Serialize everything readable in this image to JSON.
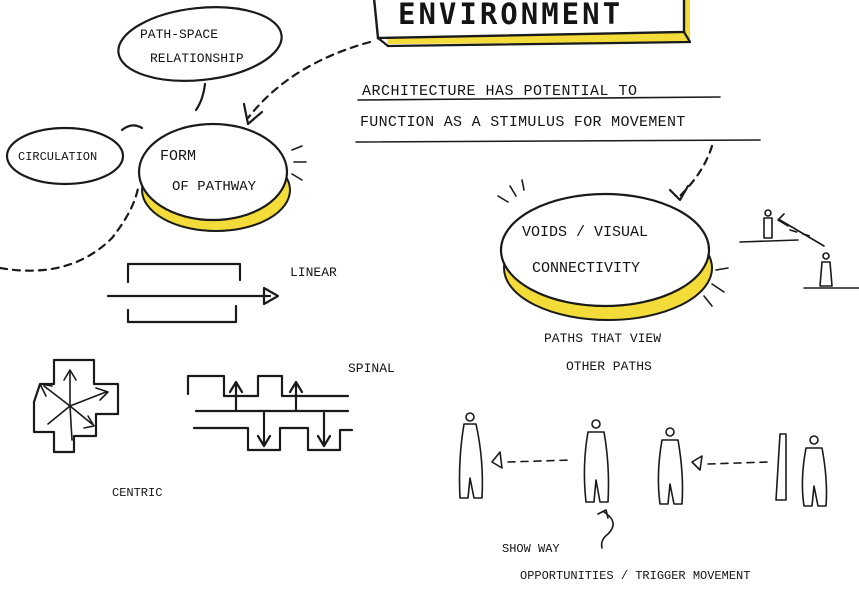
{
  "title": "ENVIRONMENT",
  "statement": {
    "line1": "ARCHITECTURE HAS POTENTIAL TO",
    "line2": "FUNCTION AS A STIMULUS FOR MOVEMENT"
  },
  "bubbles": {
    "path_space_line1": "PATH-SPACE",
    "path_space_line2": "RELATIONSHIP",
    "circulation": "CIRCULATION",
    "form_line1": "FORM",
    "form_line2": "OF PATHWAY",
    "voids_line1": "VOIDS / VISUAL",
    "voids_line2": "CONNECTIVITY"
  },
  "labels": {
    "linear": "LINEAR",
    "spinal": "SPINAL",
    "centric": "CENTRIC",
    "paths_view_line1": "PATHS THAT VIEW",
    "paths_view_line2": "OTHER PATHS",
    "show_way": "SHOW WAY",
    "opportunities": "OPPORTUNITIES / TRIGGER MOVEMENT"
  },
  "colors": {
    "ink": "#1a1a1a",
    "highlight": "#f3dc3a"
  }
}
